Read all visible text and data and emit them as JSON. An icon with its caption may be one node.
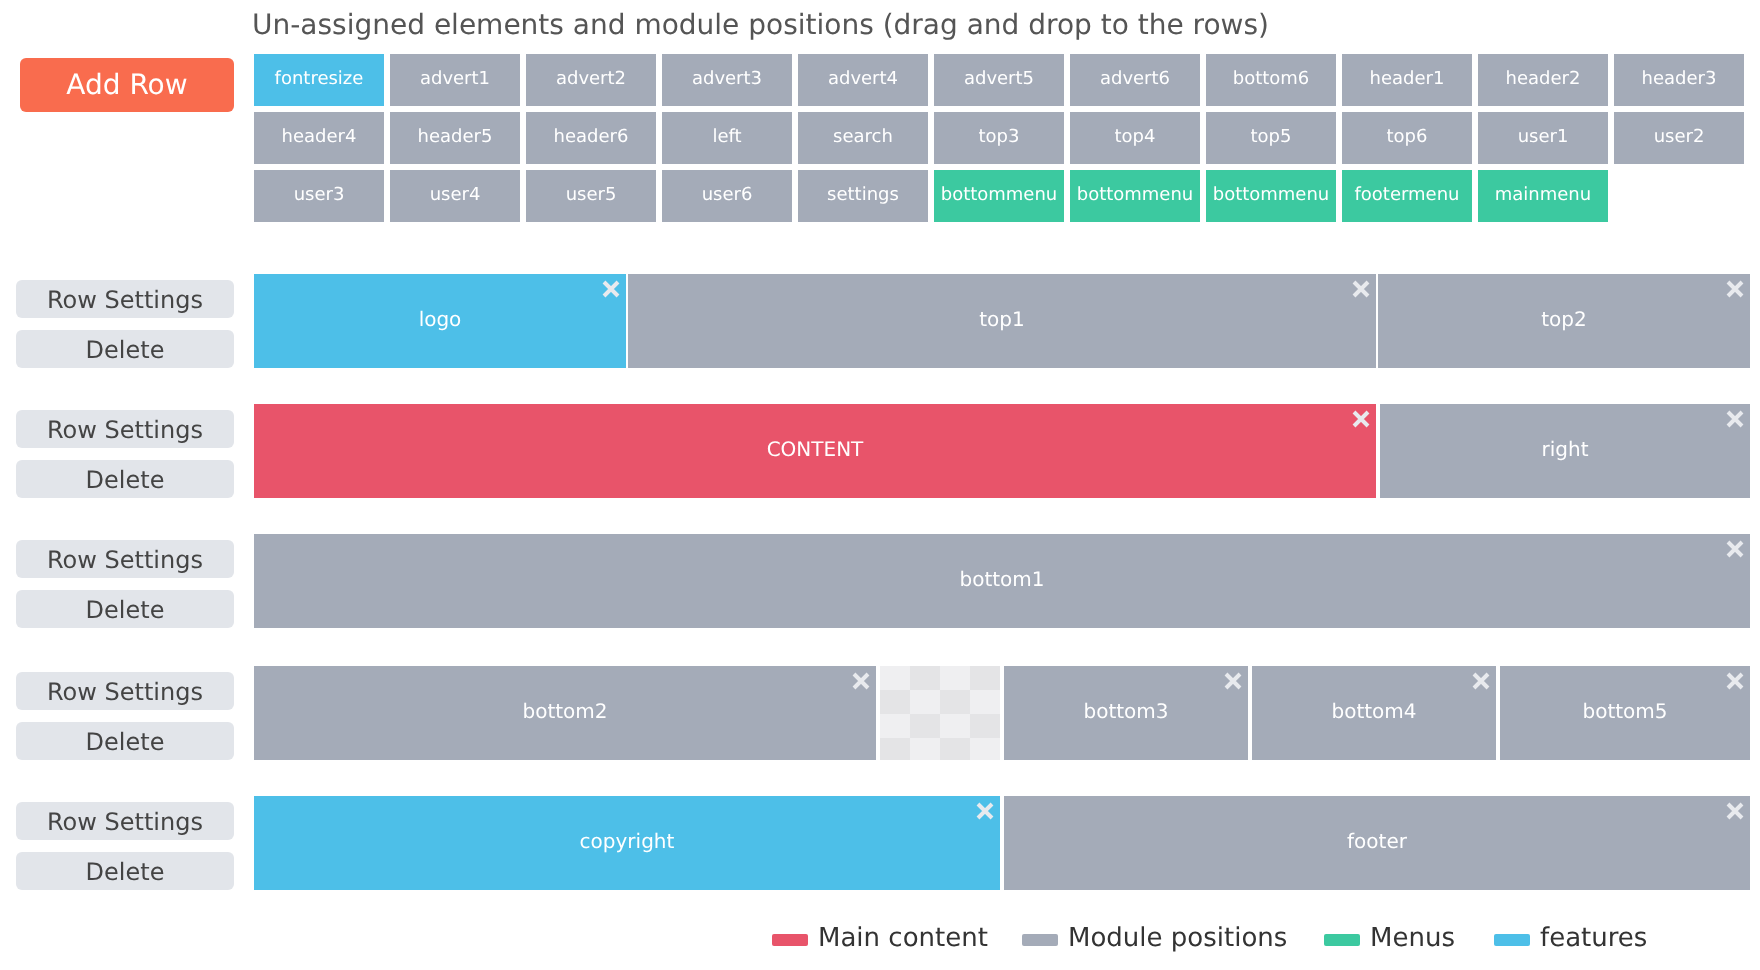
{
  "diagram": {
    "title": "Un-assigned elements and module positions (drag and drop to the rows)",
    "nodes": [
      {
        "text": [
          "Add Row"
        ]
      },
      {
        "text": [
          "fontresize"
        ]
      },
      {
        "text": [
          "advert1"
        ]
      },
      {
        "text": [
          "advert2"
        ]
      },
      {
        "text": [
          "advert3"
        ]
      },
      {
        "text": [
          "advert4"
        ]
      },
      {
        "text": [
          "advert5"
        ]
      },
      {
        "text": [
          "advert6"
        ]
      },
      {
        "text": [
          "bottom6"
        ]
      },
      {
        "text": [
          "header1"
        ]
      },
      {
        "text": [
          "header2"
        ]
      },
      {
        "text": [
          "header3"
        ]
      },
      {
        "text": [
          "header4"
        ]
      },
      {
        "text": [
          "header5"
        ]
      },
      {
        "text": [
          "header6"
        ]
      },
      {
        "text": [
          "left"
        ]
      },
      {
        "text": [
          "search"
        ]
      },
      {
        "text": [
          "top3"
        ]
      },
      {
        "text": [
          "top4"
        ]
      },
      {
        "text": [
          "top5"
        ]
      },
      {
        "text": [
          "top6"
        ]
      },
      {
        "text": [
          "user1"
        ]
      },
      {
        "text": [
          "user2"
        ]
      },
      {
        "text": [
          "user3"
        ]
      },
      {
        "text": [
          "user4"
        ]
      },
      {
        "text": [
          "user5"
        ]
      },
      {
        "text": [
          "user6"
        ]
      },
      {
        "text": [
          "settings"
        ]
      },
      {
        "text": [
          "bottommenu"
        ]
      },
      {
        "text": [
          "bottommenu"
        ]
      },
      {
        "text": [
          "bottommenu"
        ]
      },
      {
        "text": [
          "footermenu"
        ]
      },
      {
        "text": [
          "mainmenu"
        ]
      },
      {
        "text": [
          "Row Settings"
        ]
      },
      {
        "text": [
          "Delete"
        ]
      },
      {
        "text": [
          "logo"
        ]
      },
      {
        "text": [
          "top1"
        ]
      },
      {
        "text": [
          "top2"
        ]
      },
      {
        "text": [
          "Row Settings"
        ]
      },
      {
        "text": [
          "Delete"
        ]
      },
      {
        "text": [
          "CONTENT"
        ]
      },
      {
        "text": [
          "right"
        ]
      },
      {
        "text": [
          "Row Settings"
        ]
      },
      {
        "text": [
          "Delete"
        ]
      },
      {
        "text": [
          "bottom1"
        ]
      },
      {
        "text": [
          "Row Settings"
        ]
      },
      {
        "text": [
          "Delete"
        ]
      },
      {
        "text": [
          "bottom2"
        ]
      },
      {
        "text": [
          "bottom3"
        ]
      },
      {
        "text": [
          "bottom4"
        ]
      },
      {
        "text": [
          "bottom5"
        ]
      },
      {
        "text": [
          "Row Settings"
        ]
      },
      {
        "text": [
          "Delete"
        ]
      },
      {
        "text": [
          "copyright"
        ]
      },
      {
        "text": [
          "footer"
        ]
      }
    ],
    "edges": [],
    "legend": [
      {
        "text": "Main content",
        "color": "#e8546a"
      },
      {
        "text": "Module positions",
        "color": "#a4abb8"
      },
      {
        "text": "Menus",
        "color": "#3cc9a0"
      },
      {
        "text": "features",
        "color": "#4dbfe8"
      }
    ]
  }
}
